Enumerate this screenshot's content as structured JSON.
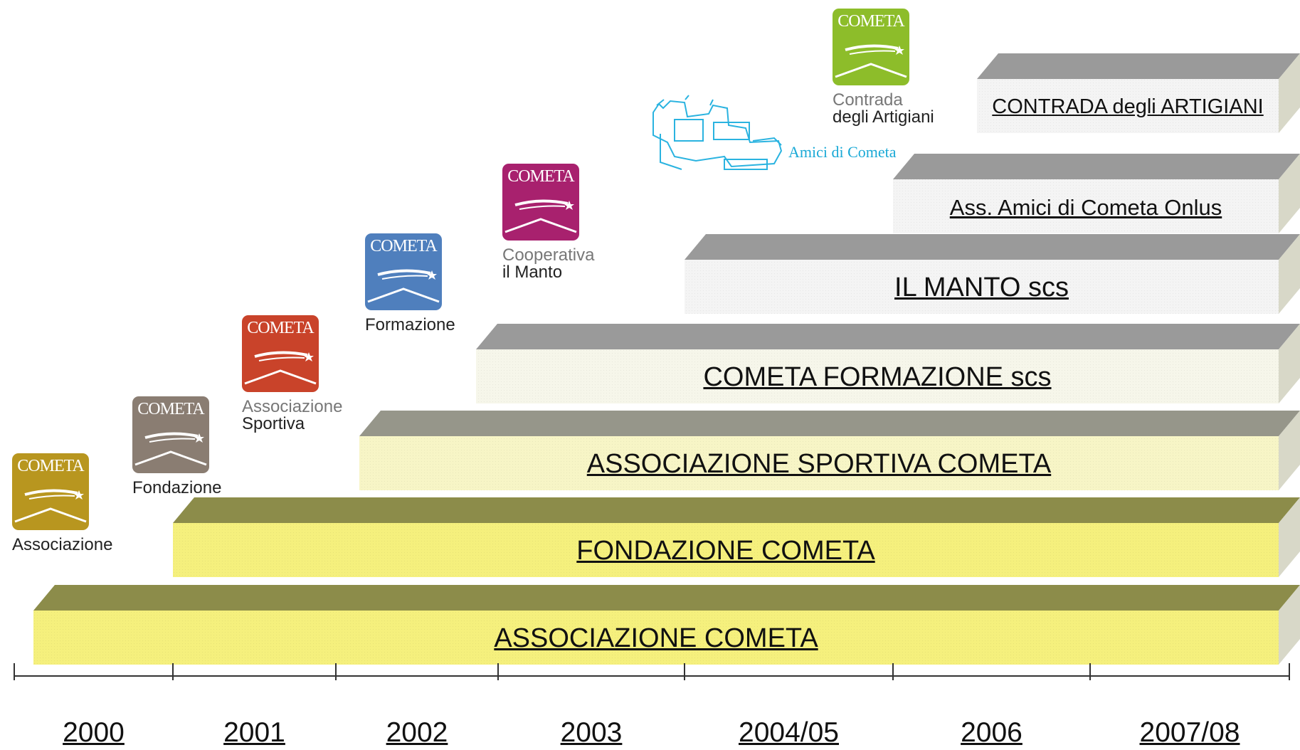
{
  "bars": [
    {
      "label": "ASSOCIAZIONE COMETA",
      "start": "2000",
      "color": "#f5f07d",
      "top_color": "#8c8c4a"
    },
    {
      "label": "FONDAZIONE COMETA",
      "start": "2001",
      "color": "#f5f07d",
      "top_color": "#8c8c4a"
    },
    {
      "label": "ASSOCIAZIONE SPORTIVA COMETA",
      "start": "2002",
      "color": "#f7f5c6",
      "top_color": "#96968a"
    },
    {
      "label": "COMETA FORMAZIONE scs",
      "start": "2003",
      "color": "#f6f6ea",
      "top_color": "#9a9a9a"
    },
    {
      "label": "IL MANTO scs",
      "start": "2004/05",
      "color": "#f4f4f4",
      "top_color": "#9a9a9a"
    },
    {
      "label": "Ass. Amici di Cometa Onlus",
      "start": "2006",
      "color": "#f4f4f4",
      "top_color": "#9a9a9a"
    },
    {
      "label": "CONTRADA degli ARTIGIANI",
      "start": "2007/08",
      "color": "#f4f4f4",
      "top_color": "#9a9a9a"
    }
  ],
  "years": [
    "2000",
    "2001",
    "2002",
    "2003",
    "2004/05",
    "2006",
    "2007/08"
  ],
  "logos": [
    {
      "word": "COMETA",
      "caption1": "",
      "caption2": "Associazione",
      "color": "#b8961f"
    },
    {
      "word": "COMETA",
      "caption1": "",
      "caption2": "Fondazione",
      "color": "#8a7d72"
    },
    {
      "word": "COMETA",
      "caption1": "Associazione",
      "caption2": "Sportiva",
      "color": "#c9432a"
    },
    {
      "word": "COMETA",
      "caption1": "",
      "caption2": "Formazione",
      "color": "#4f7fbd"
    },
    {
      "word": "COMETA",
      "caption1": "Cooperativa",
      "caption2": "il Manto",
      "color": "#a8216e"
    },
    {
      "word": "COMETA",
      "caption1": "Contrada",
      "caption2": "degli Artigiani",
      "color": "#8dbd2a"
    }
  ],
  "amici_logo_text": "Amici di Cometa"
}
